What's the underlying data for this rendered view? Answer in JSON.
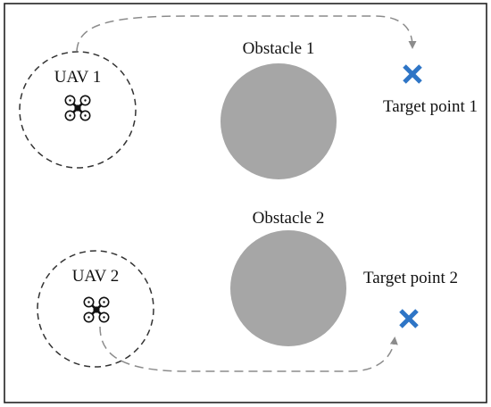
{
  "diagram": {
    "uav1": {
      "label": "UAV 1",
      "icon": "quadcopter-icon"
    },
    "uav2": {
      "label": "UAV 2",
      "icon": "quadcopter-icon"
    },
    "obstacle1": {
      "label": "Obstacle 1"
    },
    "obstacle2": {
      "label": "Obstacle 2"
    },
    "target1": {
      "label": "Target point 1",
      "icon": "x-mark-icon"
    },
    "target2": {
      "label": "Target point 2",
      "icon": "x-mark-icon"
    },
    "colors": {
      "obstacle": "#a6a6a6",
      "target": "#2e75c6",
      "path": "#8c8c8c",
      "range": "#333333",
      "frame": "#222222"
    }
  }
}
